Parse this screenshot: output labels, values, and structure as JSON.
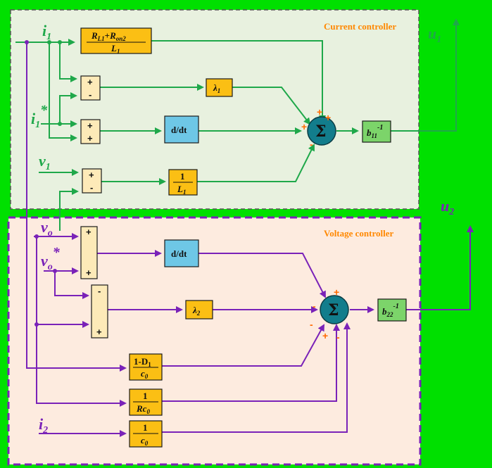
{
  "current_controller": {
    "title": "Current controller",
    "inputs": {
      "i1": "i",
      "i1_sub": "1",
      "i1ref": "i",
      "i1ref_sub": "1",
      "i1ref_sup": "*",
      "v1": "v",
      "v1_sub": "1"
    },
    "block_r": {
      "num": "R",
      "num_sub1": "L1",
      "plus": "+",
      "num2": "R",
      "num_sub2": "on2",
      "den": "L",
      "den_sub": "1"
    },
    "block_lambda": {
      "sym": "λ",
      "sub": "1"
    },
    "block_ddt": "d/dt",
    "block_invL": {
      "num": "1",
      "den": "L",
      "den_sub": "1"
    },
    "block_b": {
      "sym": "b",
      "sub": "11",
      "sup": "-1"
    },
    "sum_symbol": "Σ",
    "output": {
      "sym": "u",
      "sub": "1"
    }
  },
  "voltage_controller": {
    "title": "Voltage controller",
    "inputs": {
      "vo": "v",
      "vo_sub": "o",
      "voref": "v",
      "voref_sub": "o",
      "voref_sup": "*",
      "i2": "i",
      "i2_sub": "2"
    },
    "block_ddt": "d/dt",
    "block_lambda": {
      "sym": "λ",
      "sub": "2"
    },
    "block_d": {
      "num": "1-D",
      "num_sub": "1",
      "den": "c",
      "den_sub": "0"
    },
    "block_rc": {
      "num": "1",
      "den": "Rc",
      "den_sub": "0"
    },
    "block_c": {
      "num": "1",
      "den": "c",
      "den_sub": "0"
    },
    "block_b": {
      "sym": "b",
      "sub": "22",
      "sup": "-1"
    },
    "sum_symbol": "Σ",
    "output": {
      "sym": "u",
      "sub": "2"
    }
  },
  "signs": {
    "plus": "+",
    "minus": "-"
  },
  "colors": {
    "background": "#00e000",
    "current_panel": "#e8f1df",
    "voltage_panel": "#fdebdf",
    "green_wire": "#1fa84a",
    "purple_wire": "#7a22b8",
    "gain_block": "#fbbf14",
    "ddt_block": "#6ec7e6",
    "b_block": "#7cd46a",
    "sum_junction": "#127d8c",
    "sign_color": "#ff6a00"
  }
}
